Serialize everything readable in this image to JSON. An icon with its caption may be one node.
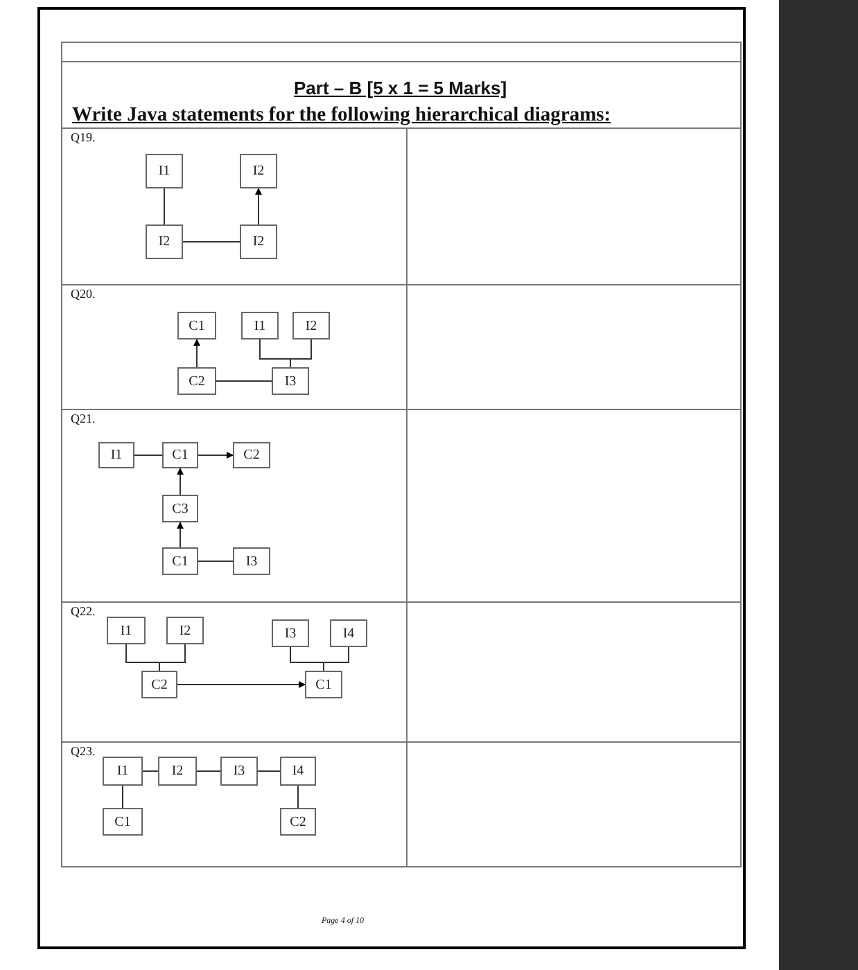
{
  "diagram": {
    "title": "Part – B [5 x 1 = 5 Marks]",
    "nodes": [
      {
        "text": [
          "I1"
        ]
      },
      {
        "text": [
          "I2"
        ]
      },
      {
        "text": [
          "I2"
        ]
      },
      {
        "text": [
          "I2"
        ]
      },
      {
        "text": [
          "C1"
        ]
      },
      {
        "text": [
          "I1"
        ]
      },
      {
        "text": [
          "I2"
        ]
      },
      {
        "text": [
          "C2"
        ]
      },
      {
        "text": [
          "I3"
        ]
      },
      {
        "text": [
          "I1"
        ]
      },
      {
        "text": [
          "C1"
        ]
      },
      {
        "text": [
          "C2"
        ]
      },
      {
        "text": [
          "C3"
        ]
      },
      {
        "text": [
          "C1"
        ]
      },
      {
        "text": [
          "I3"
        ]
      },
      {
        "text": [
          "I1"
        ]
      },
      {
        "text": [
          "I2"
        ]
      },
      {
        "text": [
          "I3"
        ]
      },
      {
        "text": [
          "I4"
        ]
      },
      {
        "text": [
          "C2"
        ]
      },
      {
        "text": [
          "C1"
        ]
      },
      {
        "text": [
          "I1"
        ]
      },
      {
        "text": [
          "I2"
        ]
      },
      {
        "text": [
          "I3"
        ]
      },
      {
        "text": [
          "I4"
        ]
      },
      {
        "text": [
          "C1"
        ]
      },
      {
        "text": [
          "C2"
        ]
      }
    ],
    "edges": [
      {
        "from": 0,
        "to": 2,
        "arrow": "none"
      },
      {
        "from": 2,
        "to": 3,
        "arrow": "none"
      },
      {
        "from": 3,
        "to": 1,
        "arrow": "to"
      },
      {
        "from": 7,
        "to": 4,
        "arrow": "to"
      },
      {
        "from": 7,
        "to": 8,
        "arrow": "none"
      },
      {
        "from": 5,
        "to": 8,
        "arrow": "none"
      },
      {
        "from": 6,
        "to": 8,
        "arrow": "none"
      },
      {
        "from": 9,
        "to": 10,
        "arrow": "none"
      },
      {
        "from": 10,
        "to": 11,
        "arrow": "to"
      },
      {
        "from": 12,
        "to": 10,
        "arrow": "to"
      },
      {
        "from": 13,
        "to": 12,
        "arrow": "to"
      },
      {
        "from": 13,
        "to": 14,
        "arrow": "none"
      },
      {
        "from": 15,
        "to": 19,
        "arrow": "none"
      },
      {
        "from": 16,
        "to": 19,
        "arrow": "none"
      },
      {
        "from": 17,
        "to": 20,
        "arrow": "none"
      },
      {
        "from": 18,
        "to": 20,
        "arrow": "none"
      },
      {
        "from": 19,
        "to": 20,
        "arrow": "to"
      },
      {
        "from": 21,
        "to": 22,
        "arrow": "none"
      },
      {
        "from": 22,
        "to": 23,
        "arrow": "none"
      },
      {
        "from": 23,
        "to": 24,
        "arrow": "none"
      },
      {
        "from": 21,
        "to": 25,
        "arrow": "none"
      },
      {
        "from": 24,
        "to": 26,
        "arrow": "none"
      }
    ],
    "labels": [
      "Write Java statements for the following hierarchical diagrams:",
      "Q19.",
      "Q20.",
      "Q21.",
      "Q22.",
      "Q23.",
      "Page 4 of 10"
    ]
  }
}
